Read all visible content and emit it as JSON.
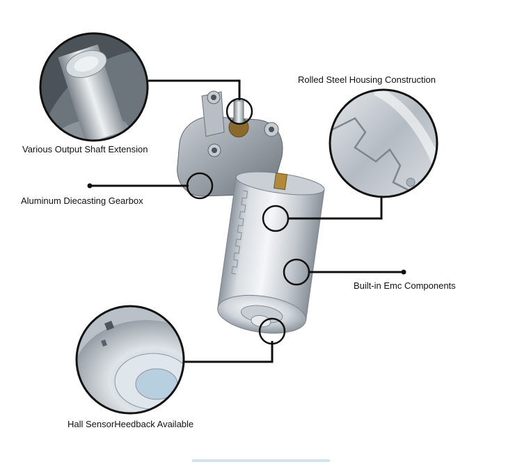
{
  "callouts": {
    "shaft": {
      "label": "Various Output Shaft Extension"
    },
    "gearbox": {
      "label": "Aluminum Diecasting Gearbox"
    },
    "housing": {
      "label": "Rolled Steel Housing Construction"
    },
    "emc": {
      "label": "Built-in Emc Components"
    },
    "hall": {
      "label": "Hall SensorHeedback Available"
    }
  },
  "colors": {
    "line": "#111111",
    "metal_light": "#eef1f4",
    "metal_mid": "#b9c0c8",
    "metal_dark": "#6f7780",
    "brass": "#b08a3a"
  }
}
